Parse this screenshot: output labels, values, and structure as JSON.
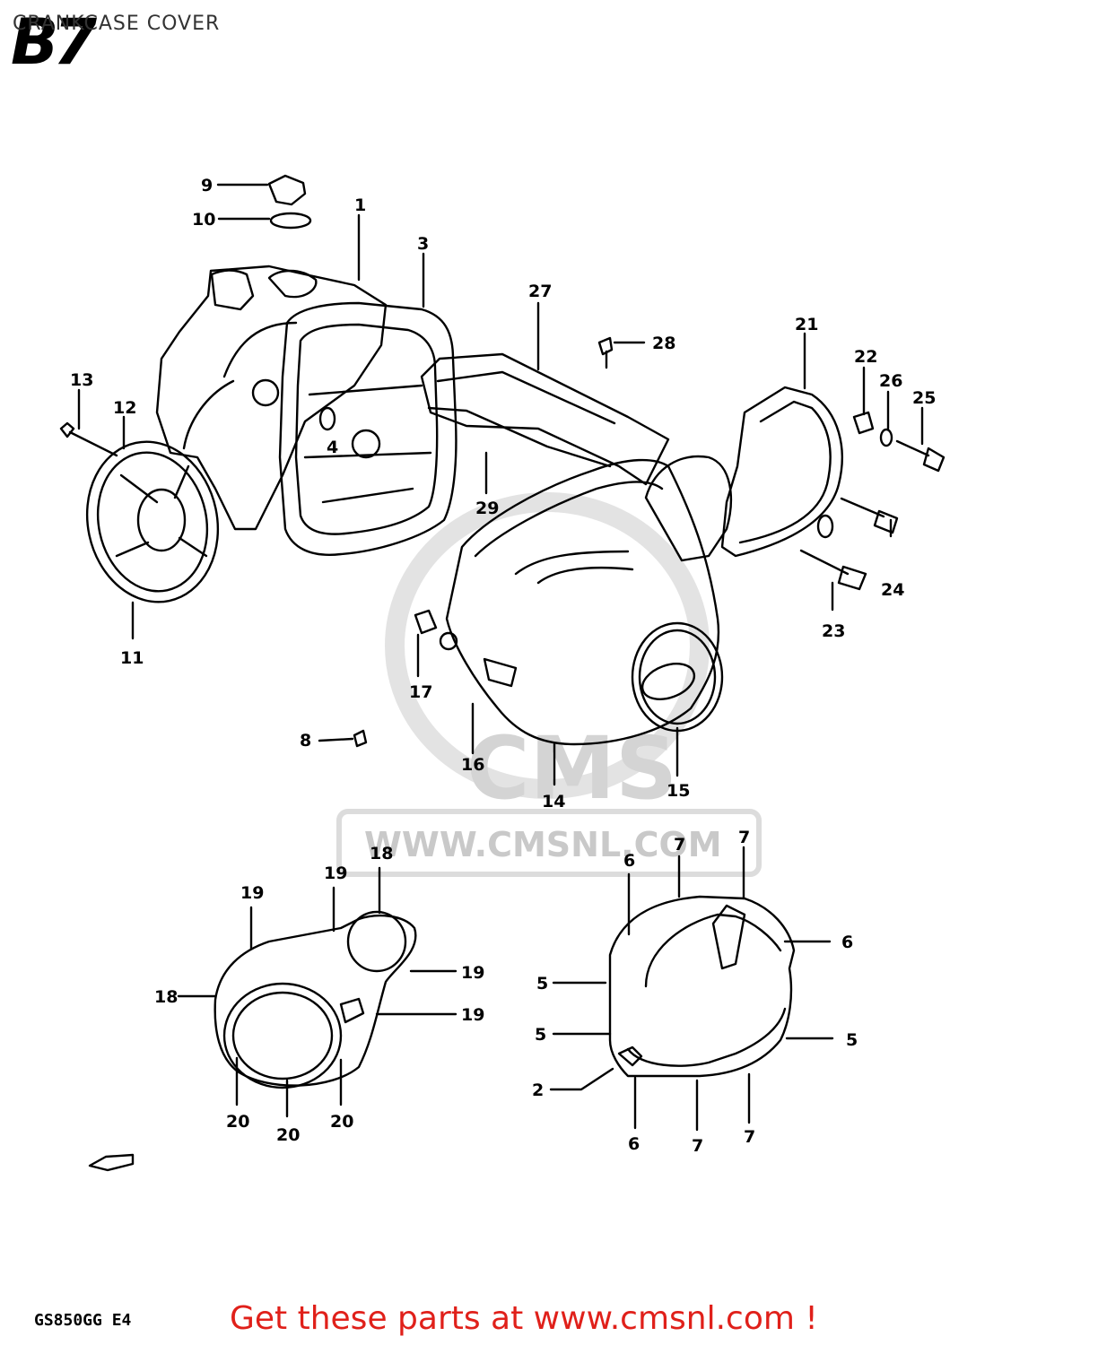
{
  "header": {
    "section_code": "B7",
    "title": "CRANKCASE COVER"
  },
  "watermark": {
    "brand": "CMS",
    "url": "WWW.CMSNL.COM"
  },
  "footer": {
    "model_code": "GS850GG E4",
    "promo_text": "Get these parts at www.cmsnl.com !",
    "promo_color": "#e0201a"
  },
  "callouts": {
    "c1": "1",
    "c2": "2",
    "c3": "3",
    "c4": "4",
    "c5a": "5",
    "c5b": "5",
    "c5c": "5",
    "c6a": "6",
    "c6b": "6",
    "c6c": "6",
    "c7a": "7",
    "c7b": "7",
    "c7c": "7",
    "c7d": "7",
    "c8": "8",
    "c9": "9",
    "c10": "10",
    "c11": "11",
    "c12": "12",
    "c13": "13",
    "c14": "14",
    "c15": "15",
    "c16": "16",
    "c17": "17",
    "c18a": "18",
    "c18b": "18",
    "c19a": "19",
    "c19b": "19",
    "c19c": "19",
    "c19d": "19",
    "c20a": "20",
    "c20b": "20",
    "c20c": "20",
    "c21": "21",
    "c22": "22",
    "c23": "23",
    "c24": "24",
    "c25": "25",
    "c26": "26",
    "c27": "27",
    "c28": "28",
    "c29": "29"
  }
}
